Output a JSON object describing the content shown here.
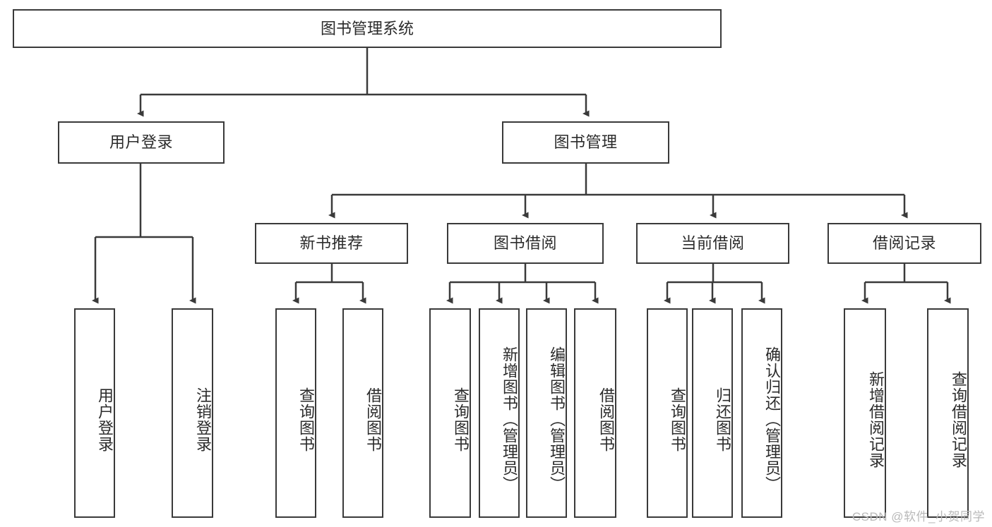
{
  "diagram": {
    "title": "图书管理系统",
    "type": "tree",
    "watermark": "CSDN @软件_小贺同学",
    "colors": {
      "box_border": "#3a3a3a",
      "box_fill": "#ffffff",
      "edge": "#3a3a3a",
      "text": "#2b2b2b",
      "watermark": "#b9b9b9",
      "background": "#ffffff"
    },
    "levels": {
      "root": {
        "label": "图书管理系统"
      },
      "level2": [
        {
          "id": "user-login",
          "label": "用户登录"
        },
        {
          "id": "book-management",
          "label": "图书管理"
        }
      ],
      "level3": [
        {
          "id": "new-book-recommend",
          "label": "新书推荐",
          "parent": "book-management"
        },
        {
          "id": "book-borrow",
          "label": "图书借阅",
          "parent": "book-management"
        },
        {
          "id": "current-borrow",
          "label": "当前借阅",
          "parent": "book-management"
        },
        {
          "id": "borrow-record",
          "label": "借阅记录",
          "parent": "book-management"
        }
      ],
      "leaves": [
        {
          "id": "leaf-user-login",
          "label": "用户登录",
          "parent": "user-login"
        },
        {
          "id": "leaf-logout-login",
          "label": "注销登录",
          "parent": "user-login"
        },
        {
          "id": "leaf-query-book-1",
          "label": "查询图书",
          "parent": "new-book-recommend"
        },
        {
          "id": "leaf-borrow-book-1",
          "label": "借阅图书",
          "parent": "new-book-recommend"
        },
        {
          "id": "leaf-query-book-2",
          "label": "查询图书",
          "parent": "book-borrow"
        },
        {
          "id": "leaf-add-book",
          "label": "新增图书（管理员）",
          "parent": "book-borrow"
        },
        {
          "id": "leaf-edit-book",
          "label": "编辑图书（管理员）",
          "parent": "book-borrow"
        },
        {
          "id": "leaf-borrow-book-2",
          "label": "借阅图书",
          "parent": "book-borrow"
        },
        {
          "id": "leaf-query-book-3",
          "label": "查询图书",
          "parent": "current-borrow"
        },
        {
          "id": "leaf-return-book",
          "label": "归还图书",
          "parent": "current-borrow"
        },
        {
          "id": "leaf-confirm-return",
          "label": "确认归还（管理员）",
          "parent": "current-borrow"
        },
        {
          "id": "leaf-add-record",
          "label": "新增借阅记录",
          "parent": "borrow-record"
        },
        {
          "id": "leaf-query-record",
          "label": "查询借阅记录",
          "parent": "borrow-record"
        }
      ]
    }
  }
}
